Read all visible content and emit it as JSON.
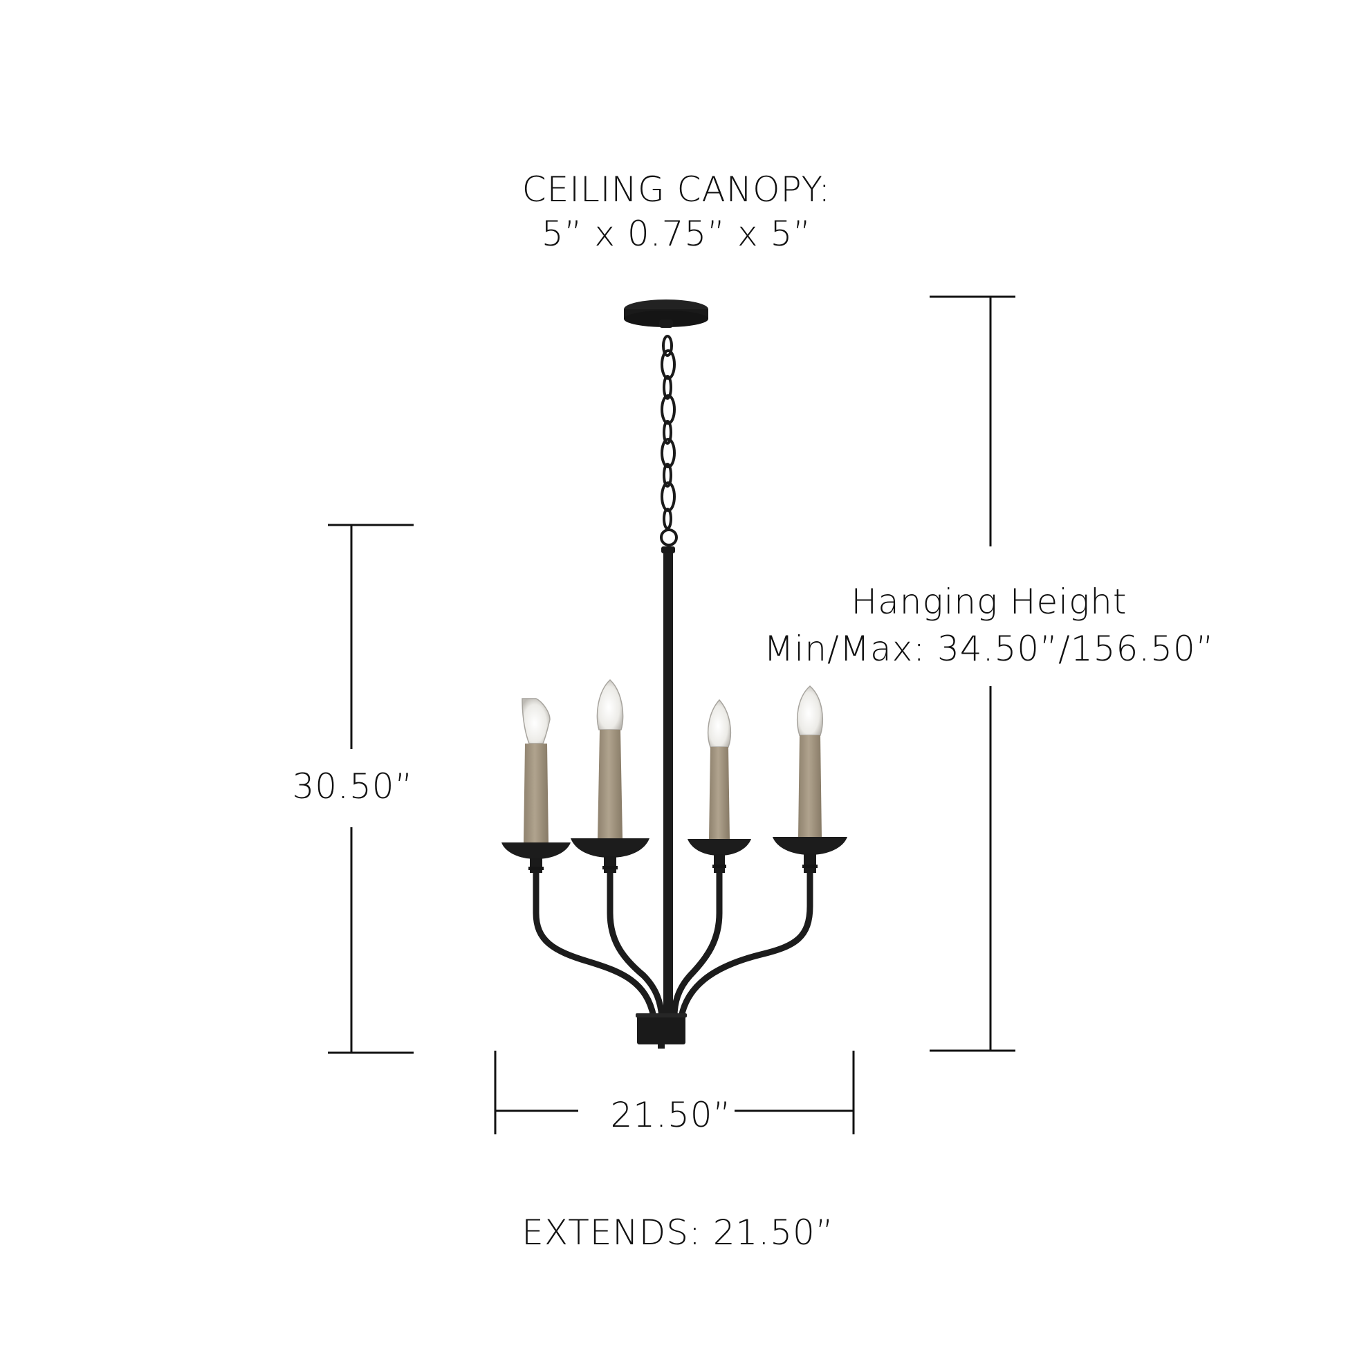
{
  "canopy": {
    "title": "CEILING CANOPY:",
    "dims": "5” x 0.75” x 5”"
  },
  "hanging_height": {
    "title": "Hanging Height",
    "value": "Min/Max: 34.50”/156.50”"
  },
  "height": {
    "value": "30.50”"
  },
  "width": {
    "value": "21.50”"
  },
  "extends": {
    "label": "EXTENDS: 21.50”"
  },
  "fixture": {
    "type": "4-light candle chandelier",
    "lights": 4,
    "colors": {
      "metal": "#1a1a1a",
      "wood": "#a39580",
      "bulb": "#f2f0ec",
      "dimension_line": "#111111"
    }
  }
}
